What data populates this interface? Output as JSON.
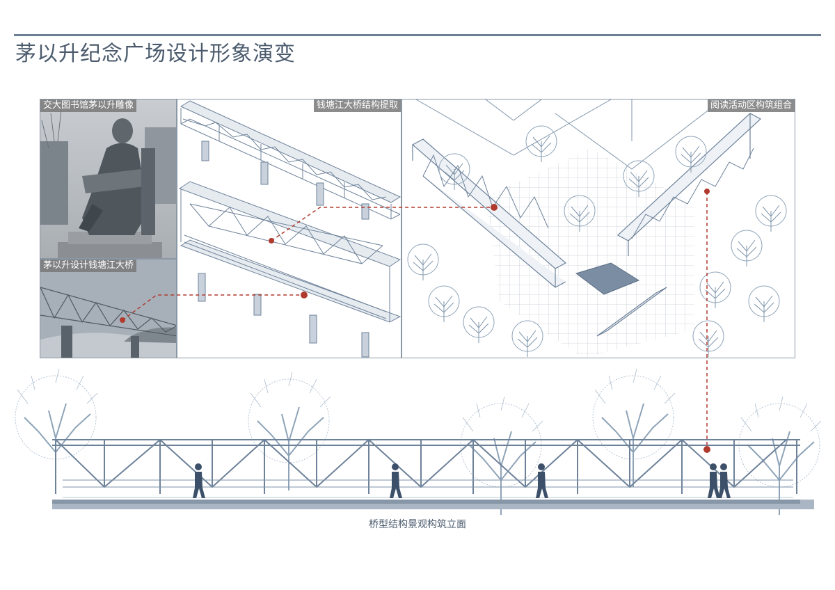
{
  "title": "茅以升纪念广场设计形象演变",
  "panels": {
    "statue_label": "交大图书馆茅以升雕像",
    "bridge_photo_label": "茅以升设计钱塘江大桥",
    "extract_label": "钱塘江大桥结构提取",
    "plan_label": "阅读活动区构筑组合"
  },
  "elevation_caption": "桥型结构景观构筑立面",
  "colors": {
    "title": "#4b5b6d",
    "structure": "#6d8199",
    "tree": "#9aacbf",
    "leader": "#b03a2e",
    "figure": "#3d5069"
  }
}
